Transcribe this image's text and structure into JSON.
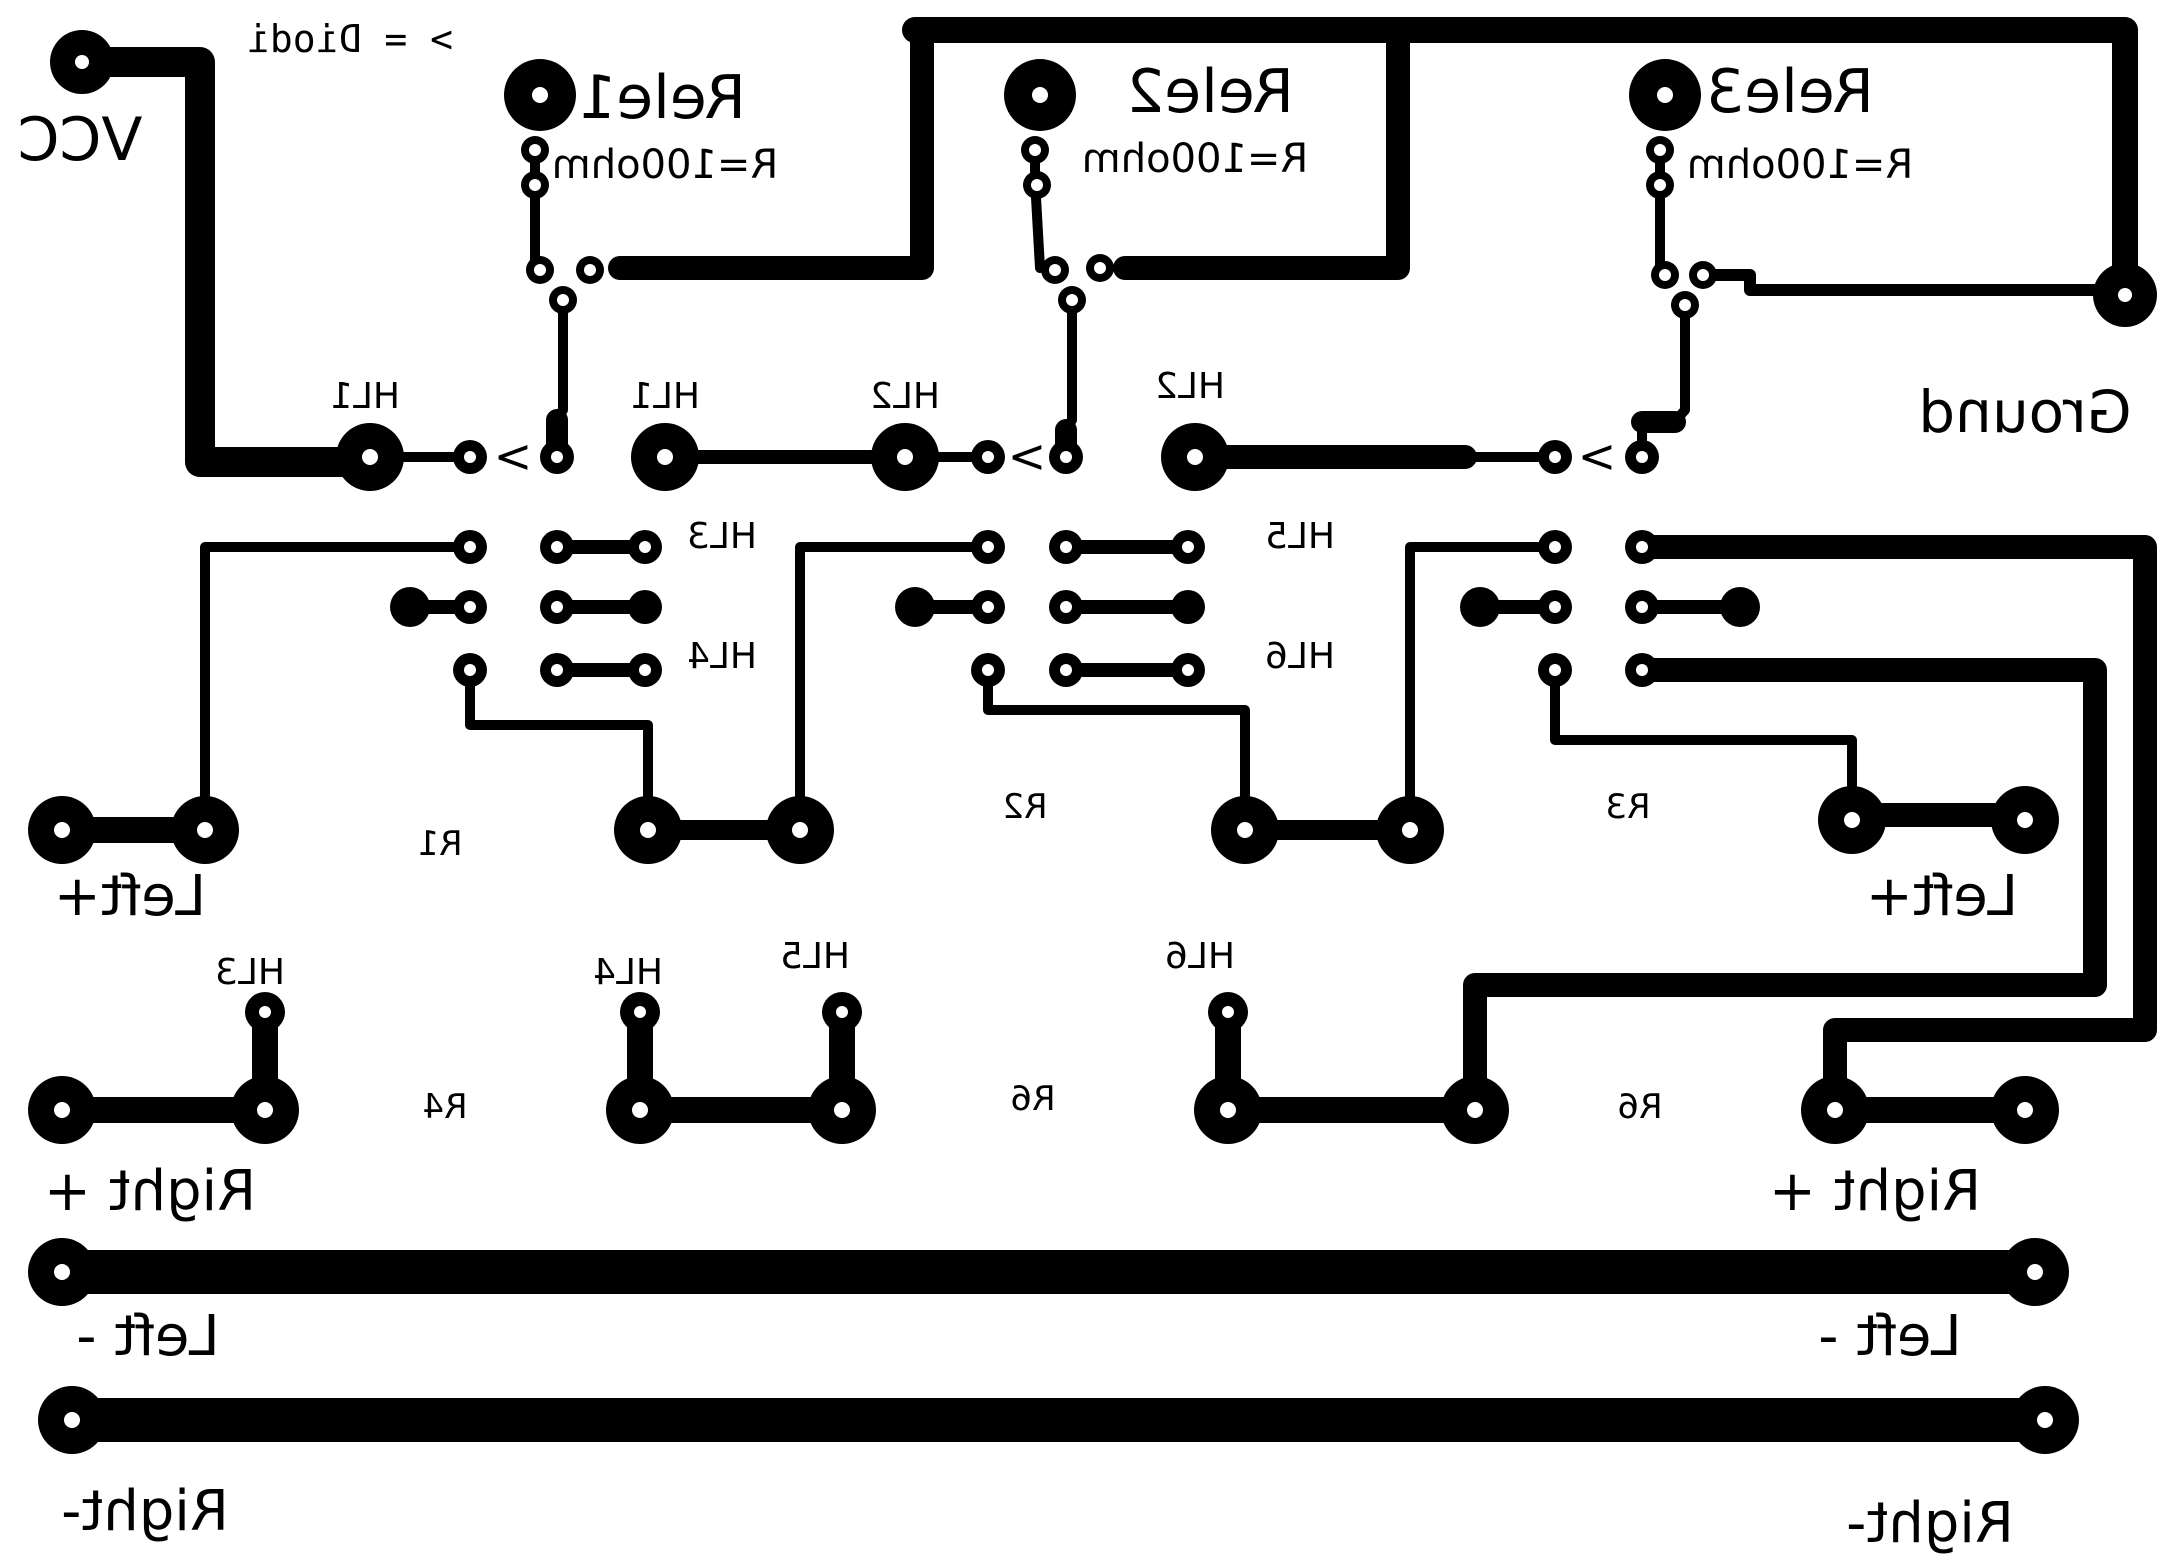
{
  "labels": {
    "diodi": "> = Diodi",
    "vcc": "VCC",
    "ground": "Ground",
    "rele1": "Rele1",
    "rele2": "Rele2",
    "rele3": "Rele3",
    "r100_a": "R=100ohm",
    "r100_b": "R=100ohm",
    "r100_c": "R=100ohm",
    "hl1_a": "HL1",
    "hl1_b": "HL1",
    "hl2_a": "HL2",
    "hl2_b": "HL2",
    "hl3_a": "HL3",
    "hl3_b": "HL3",
    "hl4_a": "HL4",
    "hl4_b": "HL4",
    "hl5_a": "HL5",
    "hl5_b": "HL5",
    "hl6_a": "HL6",
    "hl6_b": "HL6",
    "r1": "R1",
    "r2": "R2",
    "r3": "R3",
    "r4": "R4",
    "r6_a": "R6",
    "r6_b": "R6",
    "left_plus_a": "Left+",
    "left_plus_b": "Left+",
    "right_plus_a": "Right +",
    "right_plus_b": "Right +",
    "left_minus_a": "Left -",
    "left_minus_b": "Left -",
    "right_minus_a": "Right-",
    "right_minus_b": "Right-",
    "diode_mark": ">"
  },
  "colors": {
    "copper": "#000000",
    "board": "#ffffff",
    "drill": "#ffffff"
  }
}
